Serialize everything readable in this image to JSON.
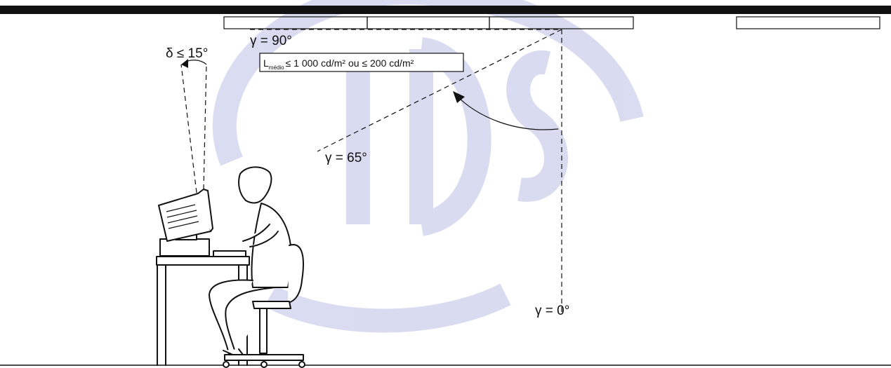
{
  "angles": {
    "delta": "δ ≤ 15°",
    "gamma_90": "γ = 90°",
    "gamma_65": "γ = 65°",
    "gamma_0": "γ = 0°"
  },
  "luminance_label": {
    "symbol": "L",
    "subscript": "médio",
    "text": "≤ 1 000 cd/m² ou ≤ 200 cd/m²"
  },
  "colors": {
    "watermark": "#c9cdea",
    "ink": "#111111"
  }
}
